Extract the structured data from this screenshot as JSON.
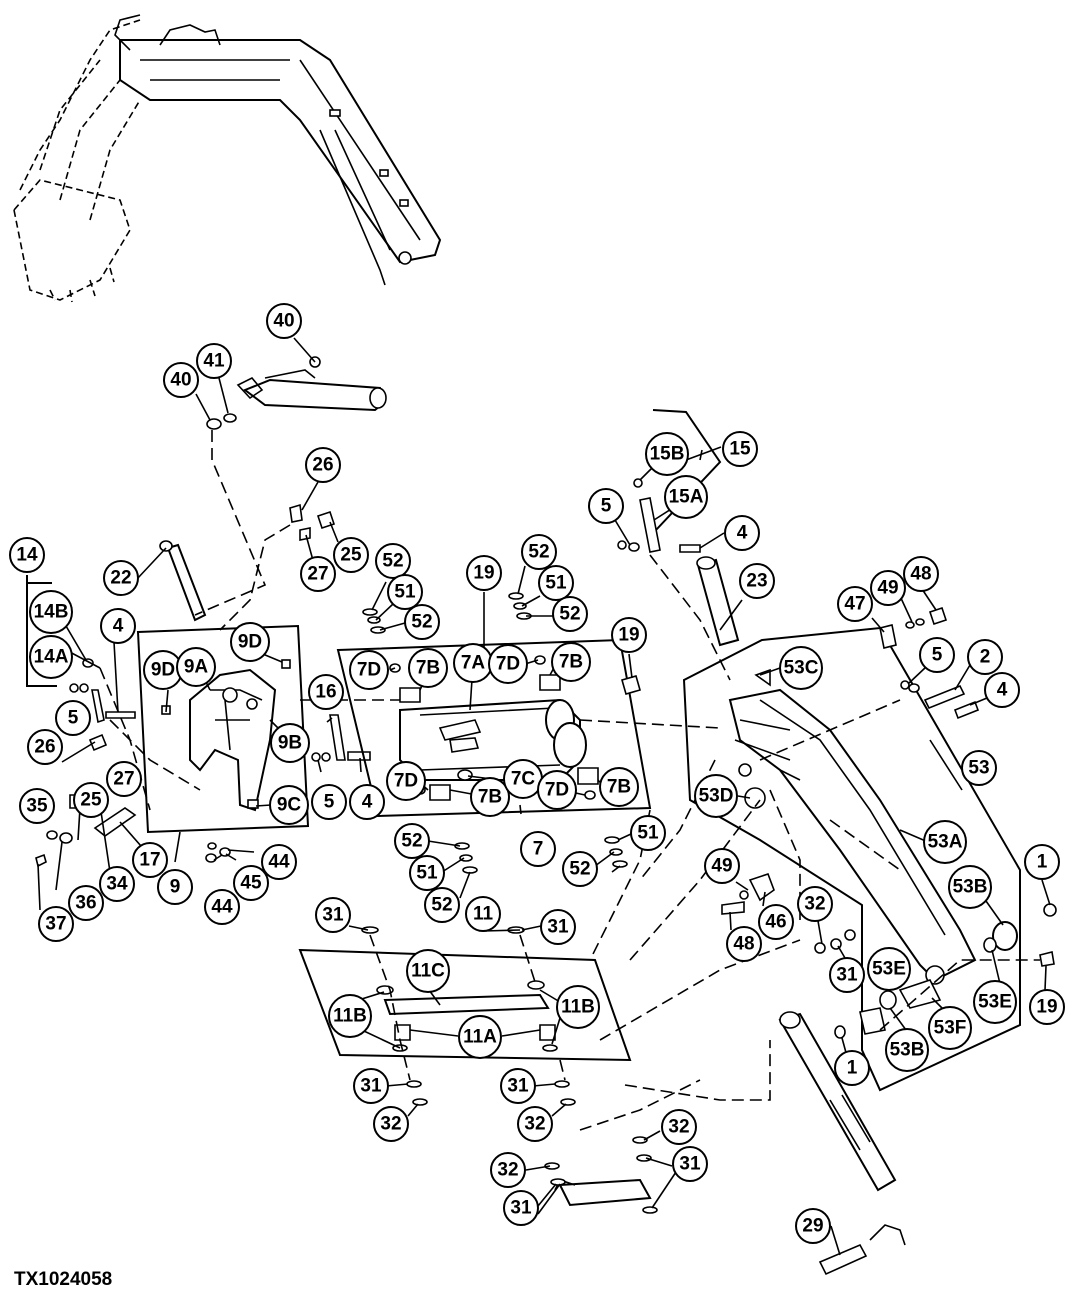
{
  "figure_id": "TX1024058",
  "callouts": [
    {
      "id": "c40a",
      "label": "40"
    },
    {
      "id": "c40b",
      "label": "40"
    },
    {
      "id": "c41",
      "label": "41"
    },
    {
      "id": "c26a",
      "label": "26"
    },
    {
      "id": "c25a",
      "label": "25"
    },
    {
      "id": "c27a",
      "label": "27"
    },
    {
      "id": "c14",
      "label": "14"
    },
    {
      "id": "c14b",
      "label": "14B"
    },
    {
      "id": "c14a",
      "label": "14A"
    },
    {
      "id": "c22",
      "label": "22"
    },
    {
      "id": "c4a",
      "label": "4"
    },
    {
      "id": "c5a",
      "label": "5"
    },
    {
      "id": "c26b",
      "label": "26"
    },
    {
      "id": "c27b",
      "label": "27"
    },
    {
      "id": "c25b",
      "label": "25"
    },
    {
      "id": "c35",
      "label": "35"
    },
    {
      "id": "c34",
      "label": "34"
    },
    {
      "id": "c17",
      "label": "17"
    },
    {
      "id": "c36",
      "label": "36"
    },
    {
      "id": "c37",
      "label": "37"
    },
    {
      "id": "c9",
      "label": "9"
    },
    {
      "id": "c9d1",
      "label": "9D"
    },
    {
      "id": "c9a",
      "label": "9A"
    },
    {
      "id": "c9d2",
      "label": "9D"
    },
    {
      "id": "c9b",
      "label": "9B"
    },
    {
      "id": "c9c",
      "label": "9C"
    },
    {
      "id": "c44a",
      "label": "44"
    },
    {
      "id": "c45",
      "label": "45"
    },
    {
      "id": "c44b",
      "label": "44"
    },
    {
      "id": "c16",
      "label": "16"
    },
    {
      "id": "c5b",
      "label": "5"
    },
    {
      "id": "c4b",
      "label": "4"
    },
    {
      "id": "c52a",
      "label": "52"
    },
    {
      "id": "c51a",
      "label": "51"
    },
    {
      "id": "c52b",
      "label": "52"
    },
    {
      "id": "c19a",
      "label": "19"
    },
    {
      "id": "c52c",
      "label": "52"
    },
    {
      "id": "c51b",
      "label": "51"
    },
    {
      "id": "c52d",
      "label": "52"
    },
    {
      "id": "c19b",
      "label": "19"
    },
    {
      "id": "c7d1",
      "label": "7D"
    },
    {
      "id": "c7b1",
      "label": "7B"
    },
    {
      "id": "c7a",
      "label": "7A"
    },
    {
      "id": "c7d2",
      "label": "7D"
    },
    {
      "id": "c7b2",
      "label": "7B"
    },
    {
      "id": "c7d3",
      "label": "7D"
    },
    {
      "id": "c7b3",
      "label": "7B"
    },
    {
      "id": "c7c",
      "label": "7C"
    },
    {
      "id": "c7d4",
      "label": "7D"
    },
    {
      "id": "c7b4",
      "label": "7B"
    },
    {
      "id": "c7",
      "label": "7"
    },
    {
      "id": "c52e",
      "label": "52"
    },
    {
      "id": "c51c",
      "label": "51"
    },
    {
      "id": "c52f",
      "label": "52"
    },
    {
      "id": "c51d",
      "label": "51"
    },
    {
      "id": "c52g",
      "label": "52"
    },
    {
      "id": "c15b",
      "label": "15B"
    },
    {
      "id": "c15",
      "label": "15"
    },
    {
      "id": "c5c",
      "label": "5"
    },
    {
      "id": "c15a",
      "label": "15A"
    },
    {
      "id": "c4c",
      "label": "4"
    },
    {
      "id": "c23",
      "label": "23"
    },
    {
      "id": "c53c",
      "label": "53C"
    },
    {
      "id": "c47",
      "label": "47"
    },
    {
      "id": "c49a",
      "label": "49"
    },
    {
      "id": "c48a",
      "label": "48"
    },
    {
      "id": "c5d",
      "label": "5"
    },
    {
      "id": "c2",
      "label": "2"
    },
    {
      "id": "c4d",
      "label": "4"
    },
    {
      "id": "c53",
      "label": "53"
    },
    {
      "id": "c53d",
      "label": "53D"
    },
    {
      "id": "c53a",
      "label": "53A"
    },
    {
      "id": "c1a",
      "label": "1"
    },
    {
      "id": "c53b1",
      "label": "53B"
    },
    {
      "id": "c49b",
      "label": "49"
    },
    {
      "id": "c46",
      "label": "46"
    },
    {
      "id": "c48b",
      "label": "48"
    },
    {
      "id": "c32a",
      "label": "32"
    },
    {
      "id": "c31a",
      "label": "31"
    },
    {
      "id": "c53e1",
      "label": "53E"
    },
    {
      "id": "c53e2",
      "label": "53E"
    },
    {
      "id": "c19c",
      "label": "19"
    },
    {
      "id": "c53f",
      "label": "53F"
    },
    {
      "id": "c53b2",
      "label": "53B"
    },
    {
      "id": "c1b",
      "label": "1"
    },
    {
      "id": "c31b",
      "label": "31"
    },
    {
      "id": "c11",
      "label": "11"
    },
    {
      "id": "c31c",
      "label": "31"
    },
    {
      "id": "c11c",
      "label": "11C"
    },
    {
      "id": "c11b1",
      "label": "11B"
    },
    {
      "id": "c11b2",
      "label": "11B"
    },
    {
      "id": "c11a",
      "label": "11A"
    },
    {
      "id": "c31d",
      "label": "31"
    },
    {
      "id": "c32b",
      "label": "32"
    },
    {
      "id": "c31e",
      "label": "31"
    },
    {
      "id": "c32c",
      "label": "32"
    },
    {
      "id": "c32d",
      "label": "32"
    },
    {
      "id": "c32e",
      "label": "32"
    },
    {
      "id": "c31f",
      "label": "31"
    },
    {
      "id": "c31g",
      "label": "31"
    },
    {
      "id": "c29",
      "label": "29"
    }
  ]
}
